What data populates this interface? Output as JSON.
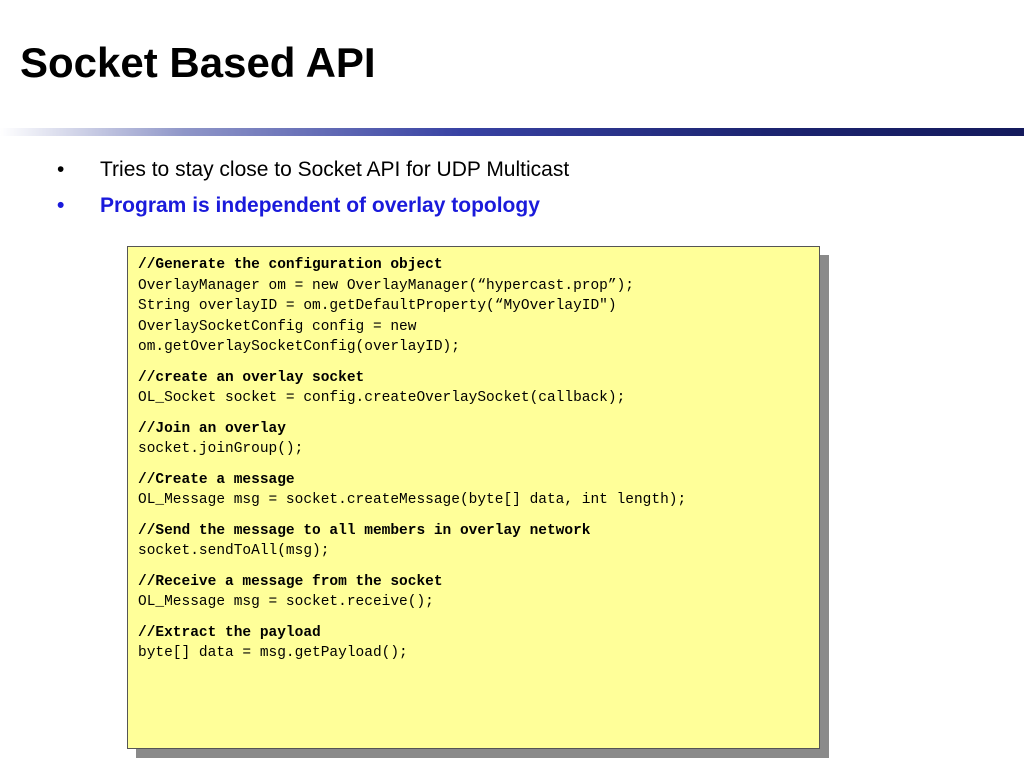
{
  "slide": {
    "title": "Socket Based API",
    "bullets": [
      "Tries to stay close to Socket API for UDP Multicast",
      "Program is independent of overlay topology"
    ],
    "bullet_marker": "•",
    "code_blocks": [
      {
        "comment": "//Generate the configuration object",
        "lines": [
          "OverlayManager om = new OverlayManager(“hypercast.prop”);",
          "String overlayID = om.getDefaultProperty(“MyOverlayID\")",
          "OverlaySocketConfig config = new",
          "om.getOverlaySocketConfig(overlayID);"
        ]
      },
      {
        "comment": "//create an overlay socket",
        "lines": [
          "OL_Socket socket = config.createOverlaySocket(callback);"
        ]
      },
      {
        "comment": "//Join an overlay",
        "lines": [
          "socket.joinGroup();"
        ]
      },
      {
        "comment": "//Create a message",
        "lines": [
          "OL_Message msg = socket.createMessage(byte[] data, int length);"
        ]
      },
      {
        "comment": "//Send the message to all members in overlay network",
        "lines": [
          "socket.sendToAll(msg);"
        ]
      },
      {
        "comment": "//Receive a message from the socket",
        "lines": [
          "OL_Message msg = socket.receive();"
        ]
      },
      {
        "comment": "//Extract the payload",
        "lines": [
          "byte[] data = msg.getPayload();"
        ]
      }
    ]
  },
  "colors": {
    "title_rule": "#1c2470",
    "emphasis_text": "#1a1adb",
    "code_background": "#ffff99",
    "code_shadow": "#8a8a8a"
  }
}
